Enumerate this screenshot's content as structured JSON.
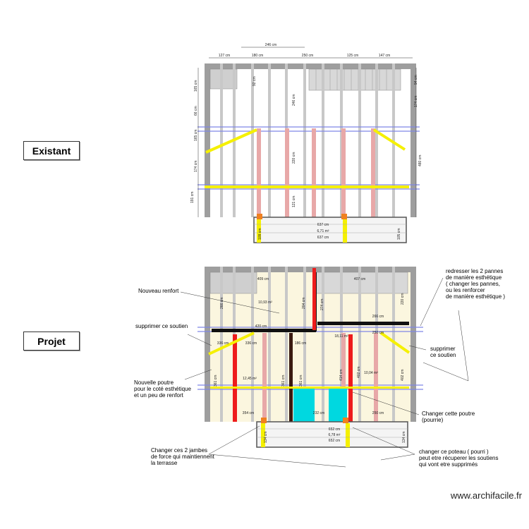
{
  "labels": {
    "existant": "Existant",
    "projet": "Projet"
  },
  "top_dims": [
    "127 cm",
    "180 cm",
    "246 cm",
    "250 cm",
    "125 cm",
    "147 cm"
  ],
  "top_left_dims": [
    "165 cm",
    "66 cm",
    "165 cm",
    "174 cm",
    "191 cm"
  ],
  "top_inner": [
    "92 cm",
    "246 cm",
    "220 cm",
    "121 cm"
  ],
  "top_right_dims": [
    "94 cm",
    "174 cm",
    "480 cm"
  ],
  "top_terrace": [
    "637 cm",
    "6,71 m²",
    "637 cm"
  ],
  "top_terrace_side": [
    "109 cm",
    "105 cm"
  ],
  "proj_dims": {
    "d409": "409 cm",
    "d407": "407 cm",
    "a1093": "10,93 m²",
    "d420": "420 cm",
    "d336": "336 cm",
    "d266": "266 cm",
    "d250": "250 cm",
    "a1811": "18,11 m²",
    "a1245": "12,45 m²",
    "a1004": "10,04 m²",
    "d354": "354 cm",
    "d232": "232 cm",
    "d250b": "250 cm",
    "d652": "652 cm",
    "a678": "6,78 m²",
    "d652b": "652 cm",
    "v274": "274 cm",
    "v204": "204 cm",
    "v220": "220 cm",
    "v266": "266 cm",
    "v361": "361 cm",
    "v361b": "361 cm",
    "v414": "414 cm",
    "v402": "402 cm",
    "v402b": "402 cm",
    "v134": "134 cm",
    "v134b": "134 cm",
    "v186": "186 cm"
  },
  "notes": {
    "nouveau_renfort": "Nouveau renfort",
    "supprimer_soutien": "supprimer ce soutien",
    "nouvelle_poutre": "Nouvelle poutre\npour le coté esthétique\net un peu de renfort",
    "redresser": "redresser les 2 pannes\nde manière esthétique\n( changer les pannes,\nou les renforcer\nde manière esthétique )",
    "supprimer_soutien2": "supprimer\nce soutien",
    "changer_poutre": "Changer cette poutre\n(pourrie)",
    "changer_jambes": "Changer ces 2 jambes\nde force qui maintiennent\nla terrasse",
    "changer_poteau": "changer ce poteau ( pourri )\npeut etre récuperer les soutiens\nqui vont etre supprimés"
  },
  "watermark": "www.archifacile.fr",
  "colors": {
    "wall": "#9e9e9e",
    "rafter": "#c8c8c8",
    "red_old": "#e8a8a8",
    "red_new": "#ee1c1c",
    "yellow": "#f5f000",
    "blue": "#7f86e6",
    "cyan": "#00d8e0",
    "floor": "#fbf6df",
    "orange": "#f08020"
  }
}
